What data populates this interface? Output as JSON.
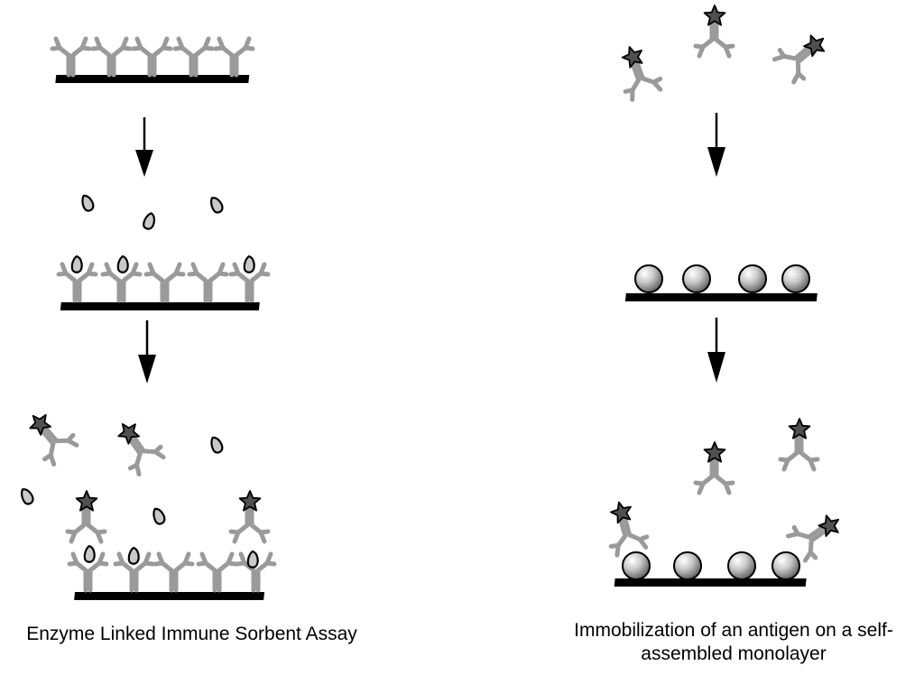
{
  "captions": {
    "left": "Enzyme Linked Immune Sorbent Assay",
    "right_line1": "Immobilization of an antigen on a self-",
    "right_line2": "assembled monolayer"
  },
  "colors": {
    "antibody": "#9a9a9a",
    "substrate": "#000000",
    "star": "#505050",
    "antigen": "#c8c8c8",
    "sphere_light": "#ffffff",
    "sphere_dark": "#6a6a6a"
  },
  "icons": {
    "antibody": "antibody-icon",
    "enzyme_label": "star-icon",
    "antigen": "antigen-droplet-icon",
    "sam_molecule": "sphere-icon",
    "arrow": "arrow-down-icon"
  }
}
